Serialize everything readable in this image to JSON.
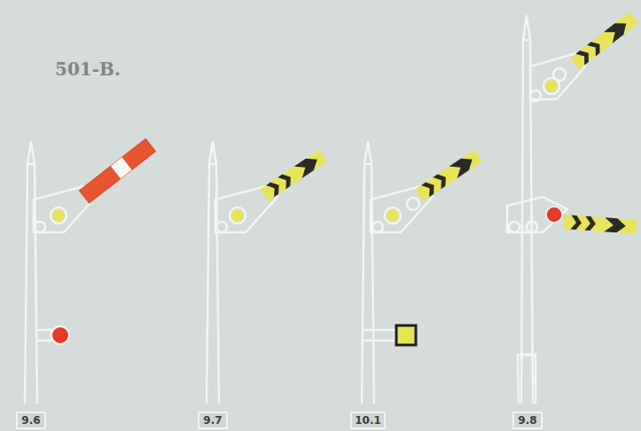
{
  "diagram": {
    "nodes": [
      {
        "text": [
          "9.6"
        ]
      },
      {
        "text": [
          "9.7"
        ]
      },
      {
        "text": [
          "10.1"
        ]
      },
      {
        "text": [
          "9.8"
        ]
      }
    ],
    "labels": [
      "501-B."
    ]
  }
}
